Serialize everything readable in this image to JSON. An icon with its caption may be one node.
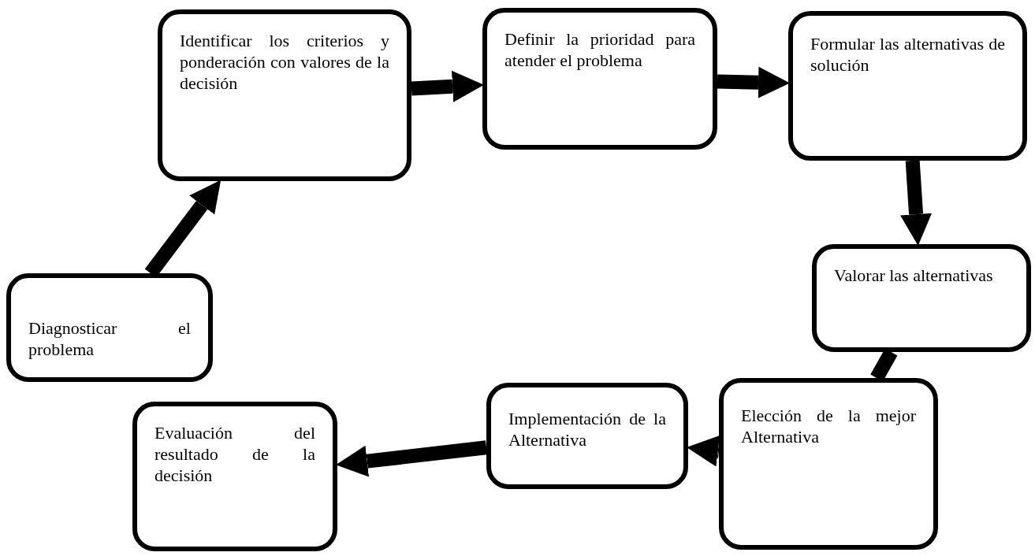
{
  "diagram": {
    "nodes": [
      {
        "text": [
          "Diagnosticar el problema"
        ]
      },
      {
        "text": [
          "Identificar los criterios y ponderación con valores de la decisión"
        ]
      },
      {
        "text": [
          "Definir la prioridad para atender el problema"
        ]
      },
      {
        "text": [
          "Formular las alternativas de solución"
        ]
      },
      {
        "text": [
          "Valorar las alternativas"
        ]
      },
      {
        "text": [
          "Elección de la mejor Alternativa"
        ]
      },
      {
        "text": [
          "Implementación de la Alternativa"
        ]
      },
      {
        "text": [
          "Evaluación del resultado de la decisión"
        ]
      }
    ],
    "edges": [
      {
        "from": 0,
        "to": 1,
        "arrow": "to"
      },
      {
        "from": 1,
        "to": 2,
        "arrow": "to"
      },
      {
        "from": 2,
        "to": 3,
        "arrow": "to"
      },
      {
        "from": 3,
        "to": 4,
        "arrow": "to"
      },
      {
        "from": 4,
        "to": 5,
        "arrow": "none"
      },
      {
        "from": 5,
        "to": 6,
        "arrow": "to"
      },
      {
        "from": 6,
        "to": 7,
        "arrow": "to"
      }
    ]
  }
}
